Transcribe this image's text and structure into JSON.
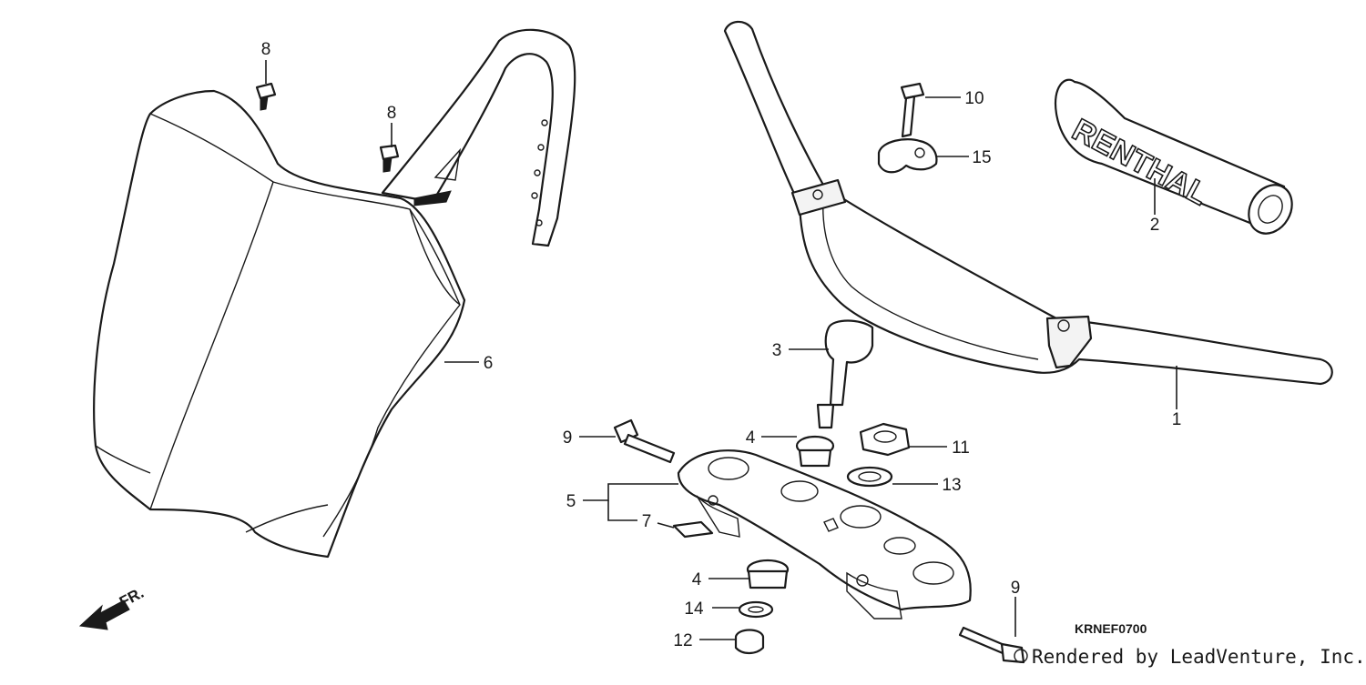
{
  "diagram": {
    "callouts": {
      "c1": "1",
      "c2": "2",
      "c3": "3",
      "c4a": "4",
      "c4b": "4",
      "c5": "5",
      "c6": "6",
      "c7": "7",
      "c8a": "8",
      "c8b": "8",
      "c9a": "9",
      "c9b": "9",
      "c10": "10",
      "c11": "11",
      "c12": "12",
      "c13": "13",
      "c14": "14",
      "c15": "15"
    },
    "direction_label": "FR.",
    "diagram_code": "KRNEF0700",
    "credit": "Rendered by LeadVenture, Inc.",
    "grip_brand_text": "RENTHAL"
  }
}
